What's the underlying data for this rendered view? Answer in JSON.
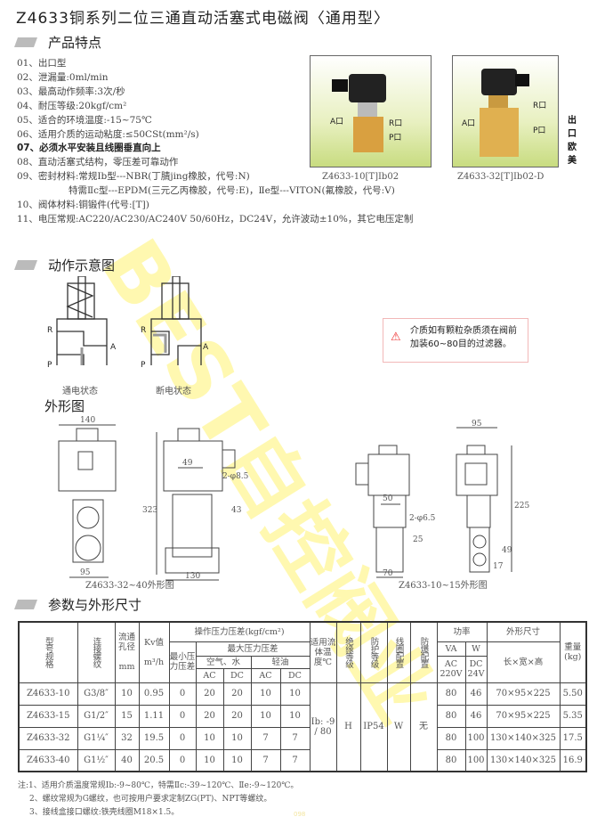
{
  "title": "Z4633铜系列二位三通直动活塞式电磁阀〈通用型〉",
  "sections": {
    "features": "产品特点",
    "action": "动作示意图",
    "outline": "外形图",
    "params": "参数与外形尺寸"
  },
  "features": [
    "01、出口型",
    "02、泄漏量:0ml/min",
    "03、最高动作频率:3次/秒",
    "04、耐压等级:20kgf/cm²",
    "05、适合的环境温度:-15~75℃",
    "06、适用介质的运动粘度:≤50CSt(mm²/s)",
    "07、必须水平安装且线圈垂直向上",
    "08、直动活塞式结构，零压差可靠动作",
    "09、密封材料:常规Ⅰb型---NBR(丁腈jing橡胶，代号:N)",
    "特需Ⅱc型---EPDM(三元乙丙橡胶，代号:E)，Ⅱe型---VITON(氟橡胶，代号:V)",
    "10、阀体材料:铜锻件(代号:[T])",
    "11、电压常规:AC220/AC230/AC240V  50/60Hz，DC24V，允许波动±10%，其它电压定制"
  ],
  "photos": [
    {
      "caption": "Z4633-10[T]Ib02",
      "labels": [
        "A口",
        "R口",
        "P口"
      ]
    },
    {
      "caption": "Z4633-32[T]Ib02-D",
      "labels": [
        "A口",
        "R口",
        "P口"
      ]
    }
  ],
  "export_tag": "出口欧美",
  "action": {
    "ports": [
      "R",
      "A",
      "P"
    ],
    "on": "通电状态",
    "off": "断电状态"
  },
  "warning": "介质如有颗粒杂质须在阀前加装60~80目的过滤器。",
  "outline": {
    "left": {
      "caption": "Z4633-32~40外形图",
      "dims": [
        "140",
        "95",
        "49",
        "2-φ8.5",
        "323",
        "43",
        "130"
      ]
    },
    "right": {
      "caption": "Z4633-10~15外形图",
      "dims": [
        "50",
        "2-φ6.5",
        "25",
        "70",
        "95",
        "225",
        "49",
        "17"
      ]
    }
  },
  "table": {
    "h": {
      "model": "型号规格",
      "thread": "连接螺纹",
      "bore": "流通孔径",
      "bore_unit": "mm",
      "kv": "Kv值",
      "kv_unit": "m³/h",
      "op": "操作压力压差(kgf/cm²)",
      "temp": "适用流体温度℃",
      "ins": "绝缘等级",
      "prot": "防护等级",
      "coil": "线圈配置",
      "ex": "防爆配置",
      "power": "功率",
      "dim": "外形尺寸",
      "weight": "重量(kg)",
      "minp": "最小压力压差",
      "maxp": "最大压力压差",
      "va": "VA",
      "w": "W",
      "lwh": "长×宽×高",
      "air": "空气、水",
      "oil": "轻油",
      "ac220": "AC 220V",
      "dc24": "DC 24V",
      "ac": "AC",
      "dc": "DC"
    },
    "rows": [
      [
        "Z4633-10",
        "G3/8″",
        "10",
        "0.95",
        "0",
        "20",
        "20",
        "10",
        "10",
        "80",
        "46",
        "70×95×225",
        "5.50"
      ],
      [
        "Z4633-15",
        "G1/2″",
        "15",
        "1.11",
        "0",
        "20",
        "20",
        "10",
        "10",
        "80",
        "46",
        "70×95×225",
        "5.35"
      ],
      [
        "Z4633-32",
        "G1¼″",
        "32",
        "19.5",
        "0",
        "10",
        "10",
        "7",
        "7",
        "80",
        "100",
        "130×140×325",
        "17.5"
      ],
      [
        "Z4633-40",
        "G1½″",
        "40",
        "20.5",
        "0",
        "10",
        "10",
        "7",
        "7",
        "80",
        "100",
        "130×140×325",
        "16.9"
      ]
    ],
    "shared": {
      "temp": "Ib: -9 / 80",
      "ins": "H",
      "prot": "IP54",
      "coil": "W",
      "ex": "无"
    }
  },
  "notes": [
    "注:1、适用介质温度常规Ib:-9~80℃，特需Ⅱc:-39~120℃、Ⅱe:-9~120℃。",
    "2、螺纹常规为G螺纹，也可按用户要求定制ZG(PT)、NPT等螺纹。",
    "3、接线盒接口螺纹:铁壳线圈M18×1.5。"
  ],
  "watermark": "BEST自控阀业",
  "page_number": "098"
}
